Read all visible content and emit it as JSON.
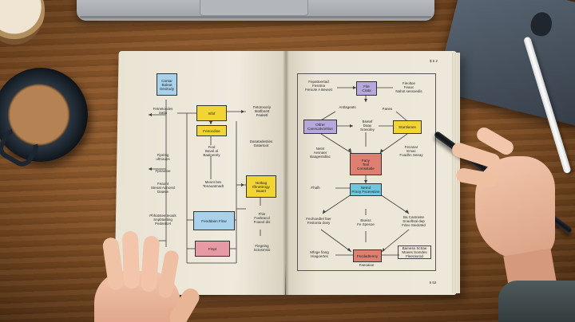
{
  "scene": {
    "description_items": [
      "laptop",
      "coffee-mug",
      "notebook",
      "pen",
      "tablet",
      "stylus",
      "left-hand",
      "right-hand",
      "coaster"
    ]
  },
  "colors": {
    "wood": "#8a5629",
    "paper": "#ece6d8",
    "yellow": "#f2d434",
    "blue": "#a8d2ec",
    "pink": "#e79aa3",
    "purple": "#b6a7dc",
    "coral": "#df7f72",
    "teal": "#6ec7dd",
    "coffee": "#b58353",
    "mug": "#23323f"
  },
  "left_page": {
    "boxes": [
      {
        "text": "Cantar\nBaleat\nDevitody"
      },
      {
        "text": "Infof"
      },
      {
        "text": "Fenocdine"
      },
      {
        "text": "Notkag\nIfhnettrogy\nBaaet"
      },
      {
        "text": "Fenddasn Flow"
      },
      {
        "text": "Fmpt"
      }
    ],
    "notes": [
      {
        "text": "Fetnetocdes\nSatla"
      },
      {
        "text": "Fetotosoriy\nMotlbnett\nFeaketl"
      },
      {
        "text": "Fiod\nBavel al\nBaaloerely"
      },
      {
        "text": "Dasatadesties\nDatartoot"
      },
      {
        "text": "Fiprinig\nuftnoups"
      },
      {
        "text": "Fpnaotoe"
      },
      {
        "text": "Feaont\nSteoat Adnosst\nDaasie"
      },
      {
        "text": "Mesnt bex\nTenaoatmadt"
      },
      {
        "text": "Fhie\nFoeleacol\nFoaeol dis"
      },
      {
        "text": "Phhatstee teoals\nSnpbtasting\nPedastcet"
      },
      {
        "text": "Fiegeing\nSctosmslo"
      }
    ]
  },
  "right_page": {
    "page_number": "$ 5 2",
    "boxes": [
      {
        "text": "Fite\nCrata"
      },
      {
        "text": "Otfrer\nCanncatvorition"
      },
      {
        "text": "Stantianes"
      },
      {
        "text": "Fany\nTenl\nConsstatle"
      },
      {
        "text": "Netnd\nFrnoy Fsceestine"
      },
      {
        "text": "Fscdadtenny"
      }
    ],
    "notes": [
      {
        "text": "Fepattoertad\nFesstna\nFemole A Bewott"
      },
      {
        "text": "Fieoltoe\nFeaoc\nNahot sessoedis"
      },
      {
        "text": "Antlageats"
      },
      {
        "text": "Fanes"
      },
      {
        "text": "Bsetef\nDaay\nSrasotey"
      },
      {
        "text": "Netnt\nAesnaer\nBaagestidlac"
      },
      {
        "text": "Fhalh"
      },
      {
        "text": "Fecanar\nEmac\nFoadhn Seeay"
      },
      {
        "text": "Feohoedtel faer\nFestonta doey"
      },
      {
        "text": "Bseiss\nFe Spesoe"
      },
      {
        "text": "Ba Castraste\nSnaoftsal dep\nFdeo Stedoted"
      },
      {
        "text": "Mfoge fiang\nHiagoertes"
      },
      {
        "text": "Bamese Sctrae\nMoees Somdes\nFleeraorod"
      },
      {
        "text": "Faeoaioe"
      }
    ],
    "footer": "5 52"
  }
}
